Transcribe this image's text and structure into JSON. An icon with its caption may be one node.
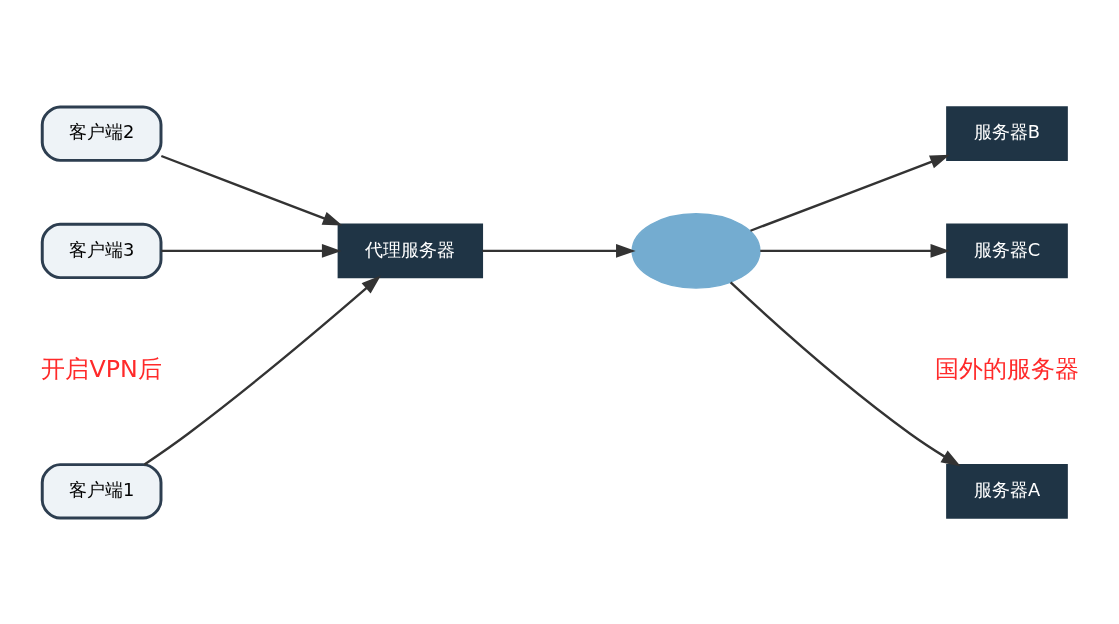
{
  "diagram": {
    "nodes": [
      {
        "text": [
          "客户端1"
        ]
      },
      {
        "text": [
          "客户端2"
        ]
      },
      {
        "text": [
          "客户端3"
        ]
      },
      {
        "text": [
          "代理服务器"
        ]
      },
      {
        "text": [],
        "shape": "cloud"
      },
      {
        "text": [
          "服务器A"
        ]
      },
      {
        "text": [
          "服务器B"
        ]
      },
      {
        "text": [
          "服务器C"
        ]
      }
    ],
    "edges": [
      {
        "from": 0,
        "to": 3,
        "arrow": "to"
      },
      {
        "from": 1,
        "to": 3,
        "arrow": "to"
      },
      {
        "from": 2,
        "to": 3,
        "arrow": "to"
      },
      {
        "from": 3,
        "to": 4,
        "arrow": "to"
      },
      {
        "from": 4,
        "to": 5,
        "arrow": "to"
      },
      {
        "from": 4,
        "to": 6,
        "arrow": "to"
      },
      {
        "from": 4,
        "to": 7,
        "arrow": "to"
      }
    ],
    "labels": [
      "开启VPN后",
      "国外的服务器"
    ]
  }
}
